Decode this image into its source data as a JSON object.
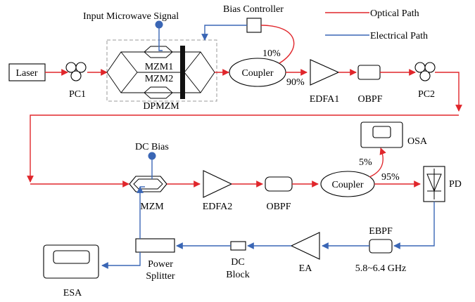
{
  "legend": {
    "optical": "Optical Path",
    "electrical": "Electrical Path"
  },
  "colors": {
    "optical": "#e0262b",
    "electrical": "#3a66b5",
    "node": "#3a66b5"
  },
  "labels": {
    "input_signal": "Input Microwave Signal",
    "bias_controller": "Bias Controller",
    "laser": "Laser",
    "pc1": "PC1",
    "mzm1": "MZM1",
    "mzm2": "MZM2",
    "dpmzm": "DPMZM",
    "coupler1": "Coupler",
    "ratio_10": "10%",
    "ratio_90": "90%",
    "edfa1": "EDFA1",
    "obpf1": "OBPF",
    "pc2": "PC2",
    "dc_bias": "DC Bias",
    "mzm": "MZM",
    "edfa2": "EDFA2",
    "obpf2": "OBPF",
    "coupler2": "Coupler",
    "ratio_5": "5%",
    "ratio_95": "95%",
    "osa": "OSA",
    "pd": "PD",
    "esa": "ESA",
    "power_splitter_1": "Power",
    "power_splitter_2": "Splitter",
    "dc_block_1": "DC",
    "dc_block_2": "Block",
    "ea": "EA",
    "ebpf": "EBPF",
    "ebpf_range": "5.8~6.4 GHz"
  }
}
